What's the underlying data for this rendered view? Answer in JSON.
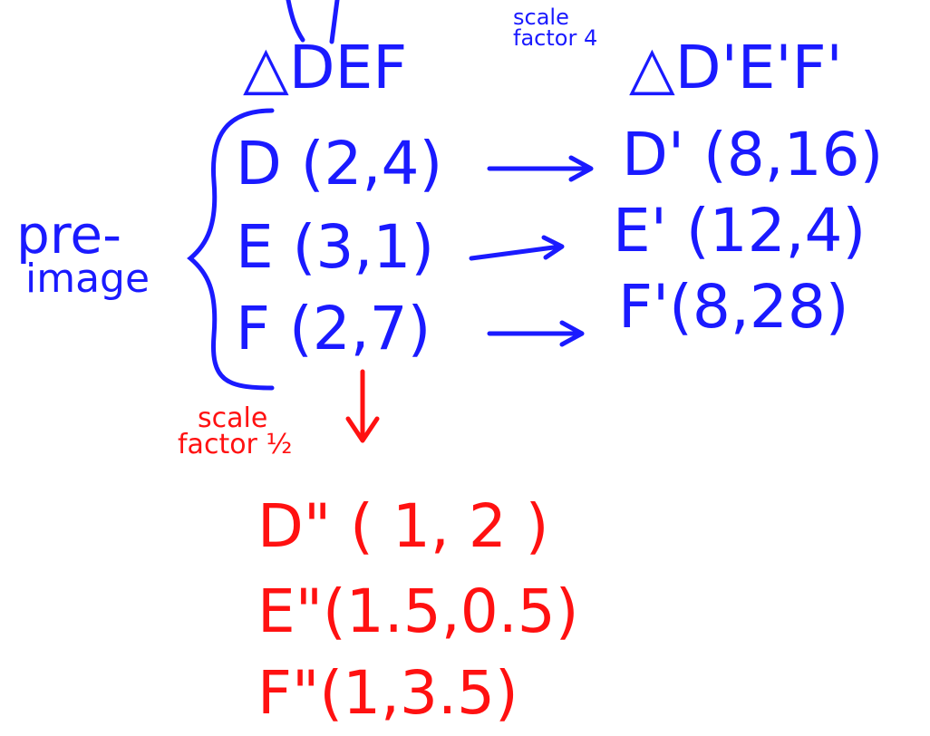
{
  "colors": {
    "blue_ink": "#1a1aff",
    "red_ink": "#ff1111",
    "background": "#ffffff"
  },
  "header": {
    "triangle": "△DEF",
    "scale_note_line1": "scale",
    "scale_note_line2": "factor 4",
    "image_triangle": "△D'E'F'"
  },
  "preimage_label": {
    "line1": "pre-",
    "line2": "image"
  },
  "preimage": [
    {
      "label": "D (2,4)"
    },
    {
      "label": "E (3,1)"
    },
    {
      "label": "F (2,7)"
    }
  ],
  "image_scaled_4": [
    {
      "label": "D' (8,16)"
    },
    {
      "label": "E' (12,4)"
    },
    {
      "label": "F'(8,28)"
    }
  ],
  "half_scale_note": {
    "line1": "scale",
    "line2": "factor ½"
  },
  "image_scaled_half": [
    {
      "label": "D\" ( 1, 2 )"
    },
    {
      "label": "E\"(1.5,0.5)"
    },
    {
      "label": "F\"(1,3.5)"
    }
  ]
}
